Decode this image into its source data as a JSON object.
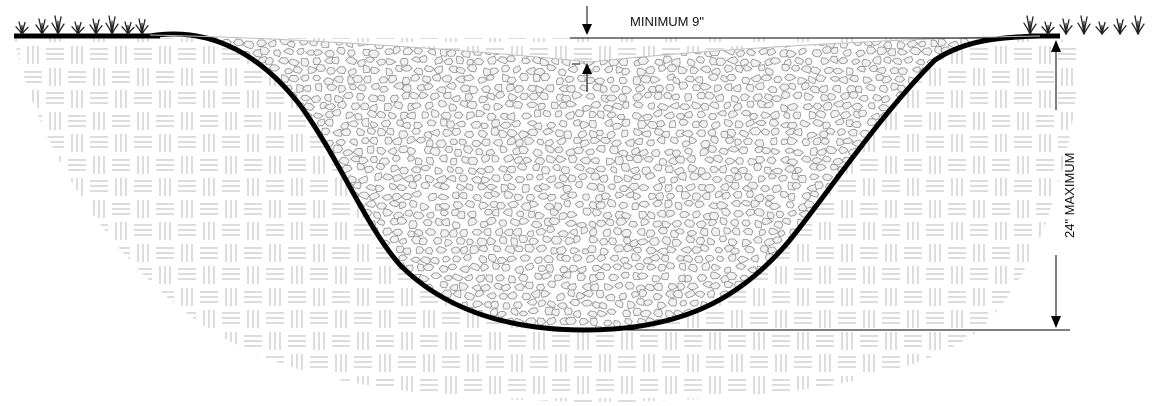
{
  "diagram": {
    "labels": {
      "minimum_depth": "MINIMUM  9\"",
      "maximum_depth": "24\" MAXIMUM"
    },
    "materials": {
      "soil": "crosshatch-soil-pattern",
      "fill": "stone-rock-fill-pattern",
      "surface": "grass-tufts"
    },
    "colors": {
      "outline": "#000000",
      "soil_lines": "#b8b8b8",
      "stone_lines": "#8f8f8f",
      "stone_fill": "#e6e6e6",
      "grass": "#222222"
    }
  }
}
